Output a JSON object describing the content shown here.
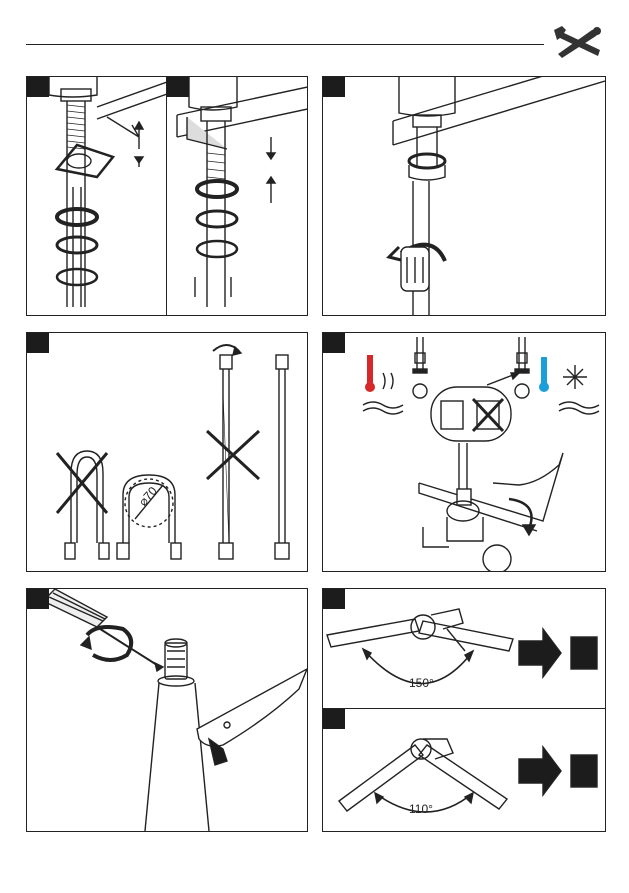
{
  "header": {
    "icon": "wrench-screwdriver-icon"
  },
  "panels": [
    {
      "id": "p1a",
      "icon": "nut-washer-assembly-icon"
    },
    {
      "id": "p1b",
      "icon": "countertop-mounting-icon"
    },
    {
      "id": "p2",
      "icon": "hose-tightening-icon"
    },
    {
      "id": "p3",
      "icon": "hose-bend-radius-icon",
      "bend_diameter": "70"
    },
    {
      "id": "p4",
      "icon": "hot-cold-connection-icon"
    },
    {
      "id": "p5",
      "icon": "screwdriver-cartridge-icon"
    },
    {
      "id": "p6a",
      "icon": "spout-angle-icon",
      "angle_label": "150°"
    },
    {
      "id": "p6b",
      "icon": "spout-angle-icon",
      "angle_label": "110°"
    }
  ],
  "colors": {
    "line": "#222222",
    "hot": "#d62828",
    "cold": "#1a9fdb",
    "fill": "#1c1c1c"
  }
}
